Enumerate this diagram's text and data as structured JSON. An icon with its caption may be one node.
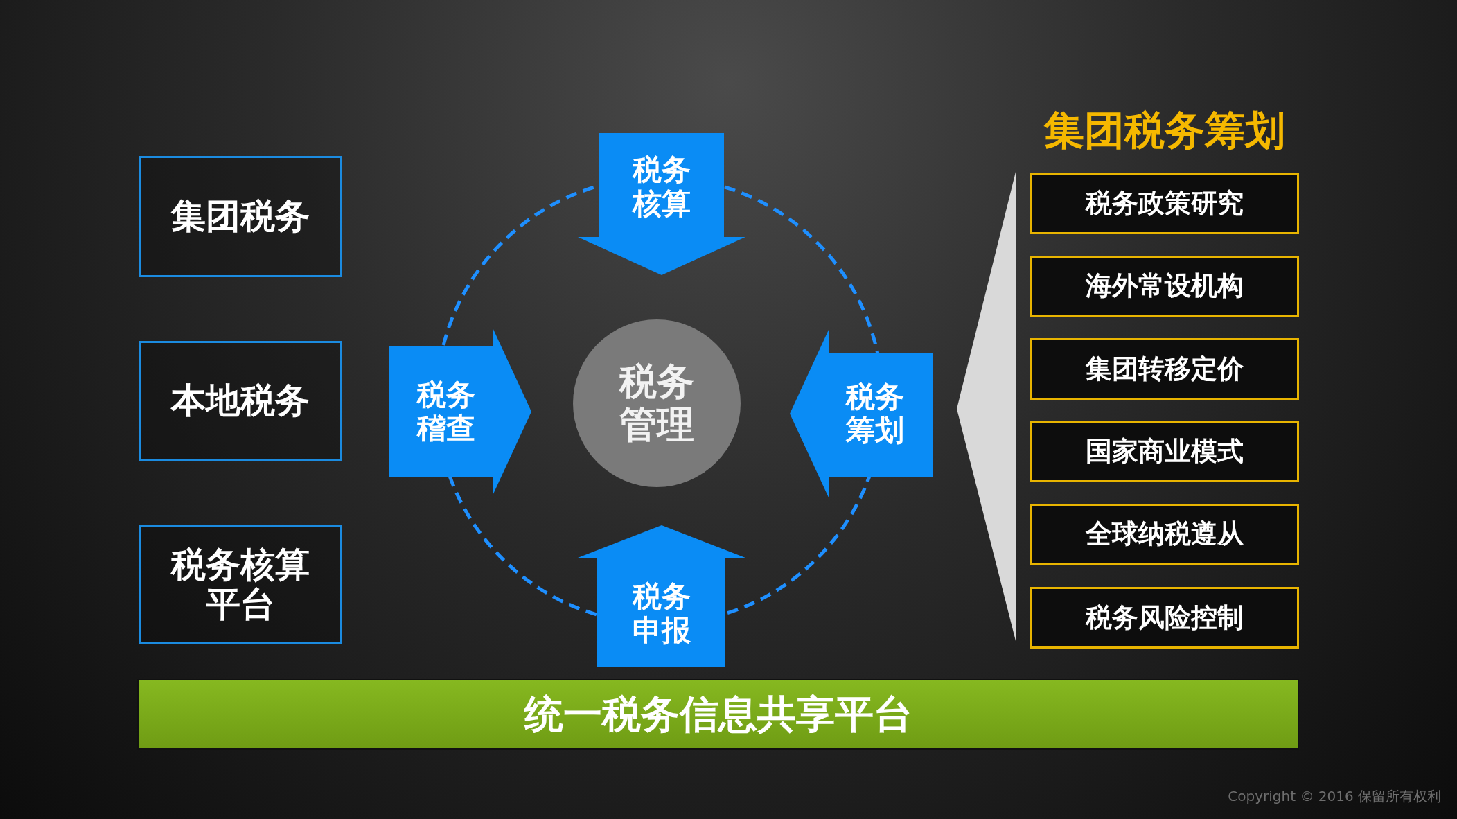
{
  "diagram": {
    "nodes": [
      {
        "text": [
          "集团税务"
        ]
      },
      {
        "text": [
          "本地税务"
        ]
      },
      {
        "text": [
          "税务核算平台"
        ]
      },
      {
        "text": [
          "税务核算"
        ]
      },
      {
        "text": [
          "税务稽查"
        ]
      },
      {
        "text": [
          "税务管理"
        ]
      },
      {
        "text": [
          "税务筹划"
        ]
      },
      {
        "text": [
          "税务申报"
        ]
      },
      {
        "text": [
          "税务政策研究"
        ]
      },
      {
        "text": [
          "海外常设机构"
        ]
      },
      {
        "text": [
          "集团转移定价"
        ]
      },
      {
        "text": [
          "国家商业模式"
        ]
      },
      {
        "text": [
          "全球纳税遵从"
        ]
      },
      {
        "text": [
          "税务风险控制"
        ]
      },
      {
        "text": [
          "统一税务信息共享平台"
        ]
      },
      {
        "text": [],
        "shape": "triangle"
      }
    ],
    "labels": [
      "集团税务筹划",
      "Copyright © 2016 保留所有权利"
    ]
  }
}
